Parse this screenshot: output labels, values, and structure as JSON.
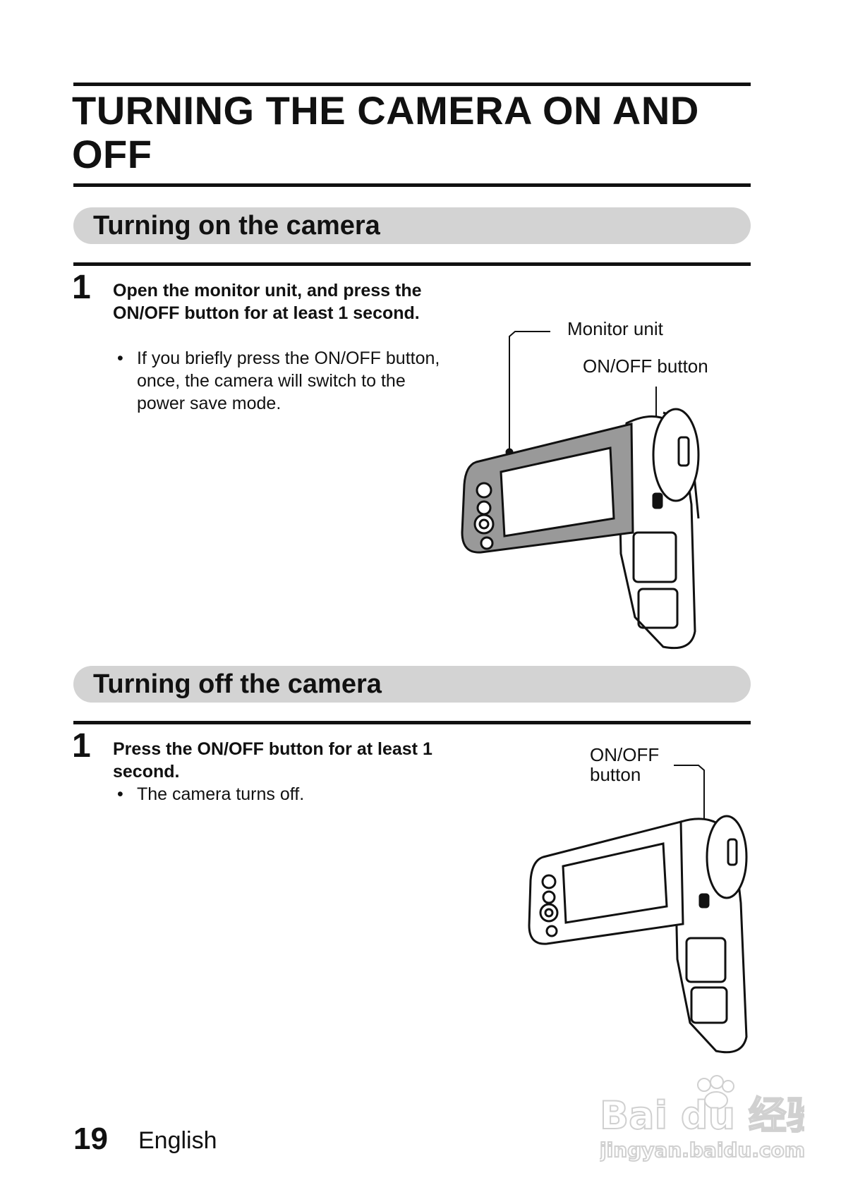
{
  "title": "TURNING THE CAMERA ON AND OFF",
  "sections": [
    {
      "heading": "Turning on the camera",
      "step_number": "1",
      "step_text": "Open the monitor unit, and press the ON/OFF button for at least 1 second.",
      "bullet": "If you briefly press the ON/OFF button, once, the camera will switch to the power save mode.",
      "labels": {
        "monitor_unit": "Monitor unit",
        "on_off_button": "ON/OFF button"
      }
    },
    {
      "heading": "Turning off the camera",
      "step_number": "1",
      "step_text": "Press the ON/OFF button for at least 1 second.",
      "bullet": "The camera turns off.",
      "labels": {
        "on_off_line1": "ON/OFF",
        "on_off_line2": "button"
      }
    }
  ],
  "footer": {
    "page_number": "19",
    "language": "English"
  },
  "watermark": {
    "brand": "Bai du 经验",
    "url": "jingyan.baidu.com"
  }
}
